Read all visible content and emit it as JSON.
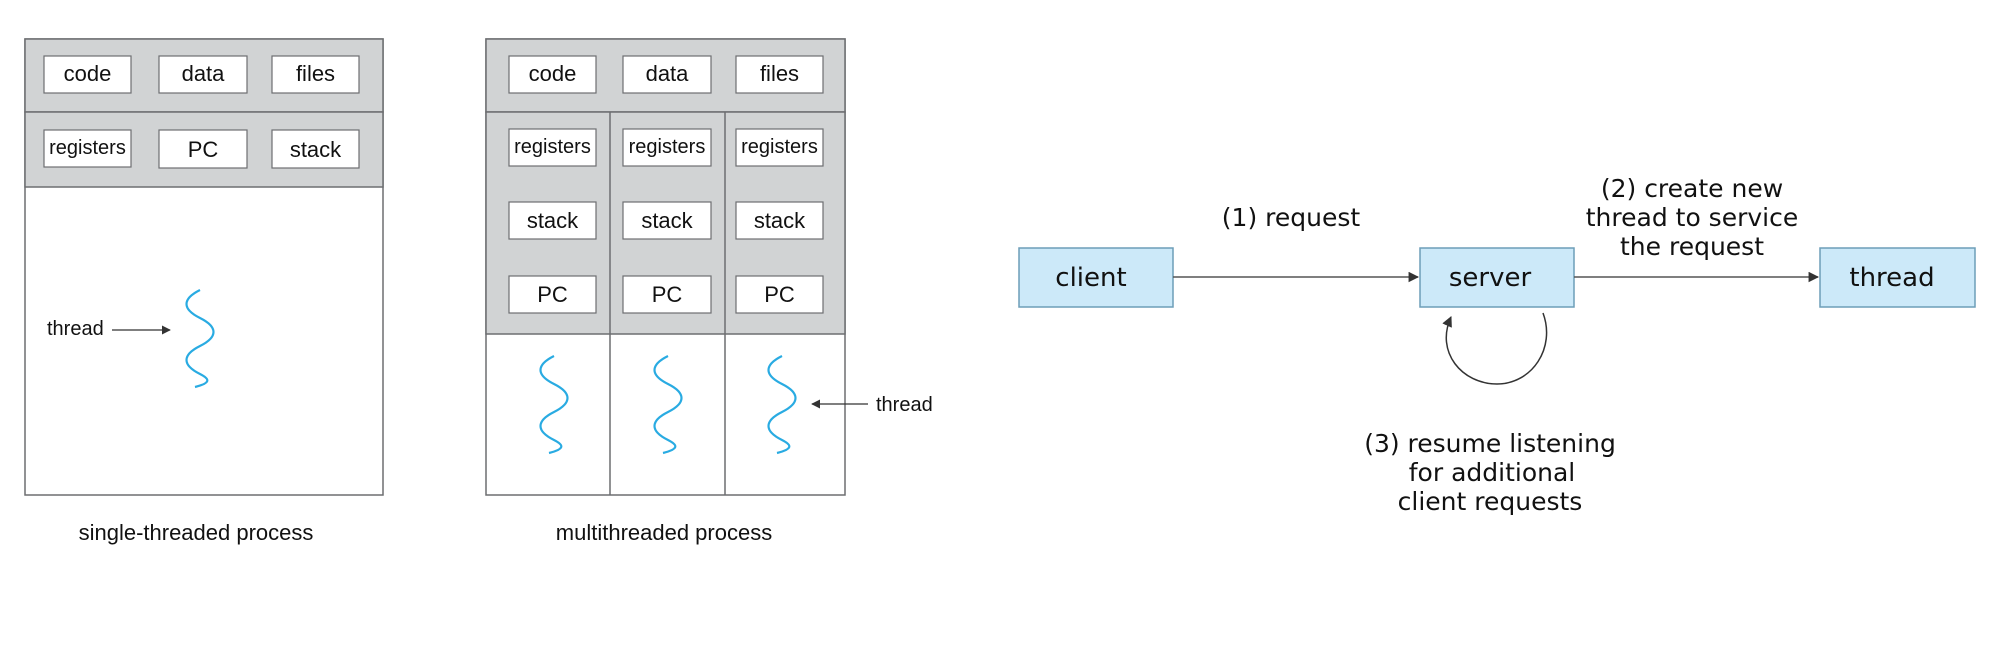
{
  "single_threaded": {
    "row1": [
      "code",
      "data",
      "files"
    ],
    "row2": [
      "registers",
      "PC",
      "stack"
    ],
    "thread_label": "thread",
    "caption": "single-threaded process"
  },
  "multithreaded": {
    "row1": [
      "code",
      "data",
      "files"
    ],
    "columns": [
      {
        "registers": "registers",
        "stack": "stack",
        "pc": "PC"
      },
      {
        "registers": "registers",
        "stack": "stack",
        "pc": "PC"
      },
      {
        "registers": "registers",
        "stack": "stack",
        "pc": "PC"
      }
    ],
    "thread_label": "thread",
    "caption": "multithreaded process"
  },
  "server_flow": {
    "nodes": {
      "client": "client",
      "server": "server",
      "thread": "thread"
    },
    "step1": "(1) request",
    "step2": [
      "(2) create new",
      "thread to service",
      "the request"
    ],
    "step3": [
      "(3) resume listening",
      "for additional",
      "client requests"
    ]
  },
  "colors": {
    "panel_gray": "#d1d3d4",
    "border": "#6d6e71",
    "thread_wave": "#29abe2",
    "node_fill": "#cce9f9",
    "node_border": "#6d9eb8"
  }
}
